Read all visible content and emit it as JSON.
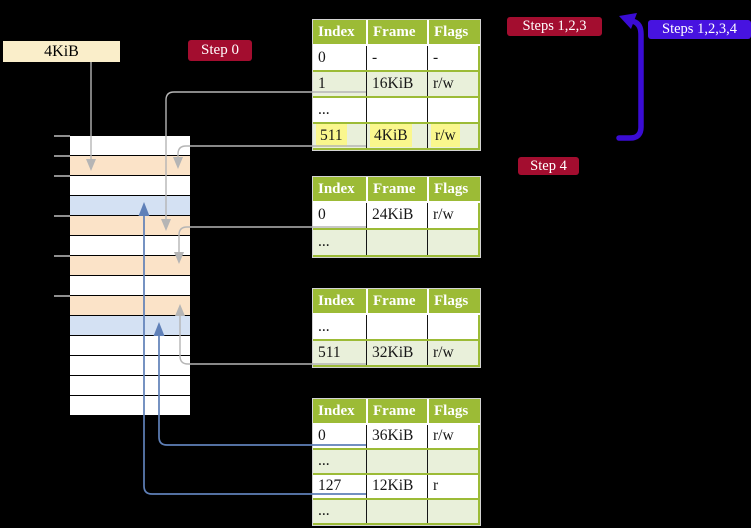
{
  "colors": {
    "background": "#000000",
    "table_header_green": "#9cbb36",
    "table_row_alt_green": "#e9f0da",
    "table_outer_border_grey": "#d3d3d3",
    "highlight_yellow": "#faf78d",
    "step_badge_red": "#a30d2f",
    "steps_badge_blue": "#4713e0",
    "memory_frame_orange": "#fbe3c8",
    "memory_frame_blue": "#d4e1f3",
    "frame_size_box_cream": "#faeeca",
    "connector_grey": "#b5b5b5",
    "connector_blue": "#5f80b8",
    "recursion_arrow_blue": "#3a0cd4"
  },
  "labels": {
    "frame_size": "4KiB",
    "step0": "Step 0",
    "steps123": "Steps 1,2,3",
    "steps1234": "Steps 1,2,3,4",
    "step4": "Step 4"
  },
  "page_tables": [
    {
      "id": "table-1",
      "headers": [
        "Index",
        "Frame",
        "Flags"
      ],
      "rows": [
        {
          "cells": [
            "0",
            "-",
            "-"
          ]
        },
        {
          "cells": [
            "1",
            "16KiB",
            "r/w"
          ]
        },
        {
          "cells": [
            "...",
            "",
            ""
          ]
        },
        {
          "cells": [
            "511",
            "4KiB",
            "r/w"
          ],
          "highlighted": true
        }
      ]
    },
    {
      "id": "table-2",
      "headers": [
        "Index",
        "Frame",
        "Flags"
      ],
      "rows": [
        {
          "cells": [
            "0",
            "24KiB",
            "r/w"
          ]
        },
        {
          "cells": [
            "...",
            "",
            ""
          ]
        }
      ]
    },
    {
      "id": "table-3",
      "headers": [
        "Index",
        "Frame",
        "Flags"
      ],
      "rows": [
        {
          "cells": [
            "...",
            "",
            ""
          ]
        },
        {
          "cells": [
            "511",
            "32KiB",
            "r/w"
          ]
        }
      ]
    },
    {
      "id": "table-4",
      "headers": [
        "Index",
        "Frame",
        "Flags"
      ],
      "rows": [
        {
          "cells": [
            "0",
            "36KiB",
            "r/w"
          ]
        },
        {
          "cells": [
            "...",
            "",
            ""
          ]
        },
        {
          "cells": [
            "127",
            "12KiB",
            "r"
          ]
        },
        {
          "cells": [
            "...",
            "",
            ""
          ]
        }
      ]
    }
  ],
  "memory_column": {
    "frame_rows": [
      "white",
      "orange",
      "white",
      "blue",
      "orange",
      "white",
      "orange",
      "white",
      "orange",
      "blue",
      "white",
      "white",
      "white",
      "white"
    ]
  }
}
